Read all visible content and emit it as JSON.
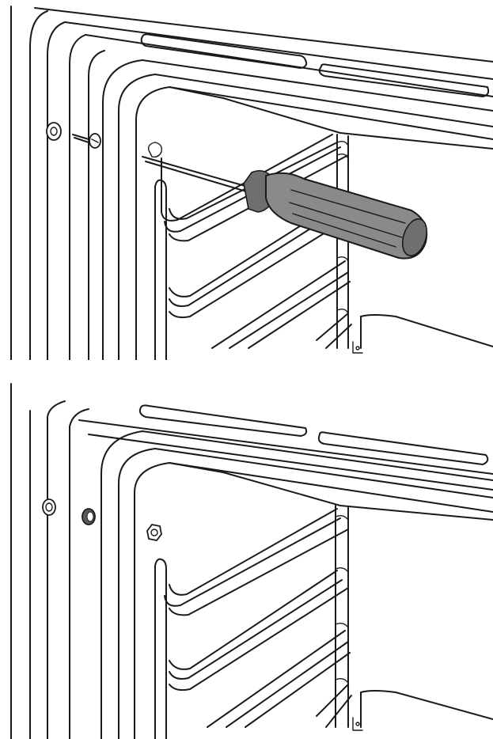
{
  "figure": {
    "panels": [
      {
        "id": "top",
        "state": "screw-being-removed",
        "tool": "screwdriver-icon"
      },
      {
        "id": "bottom",
        "state": "screw-removed"
      }
    ],
    "colors": {
      "line": "#1a1a1a",
      "tool_fill": "#8a8a8a",
      "background": "#ffffff"
    }
  }
}
